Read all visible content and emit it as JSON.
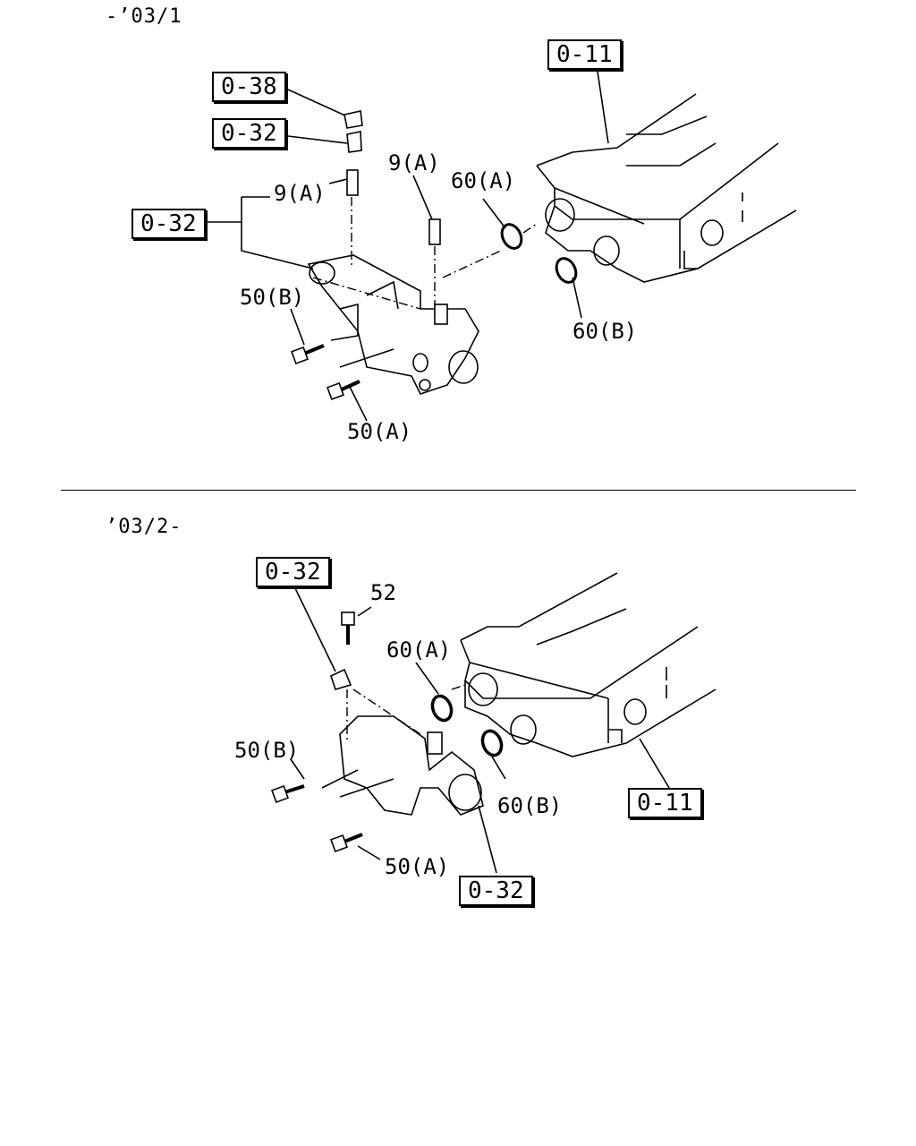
{
  "sections": [
    {
      "caption": "-’03/1",
      "refs": {
        "cylinder_head": "0-11",
        "nut": "0-38",
        "bracket": "0-32",
        "housing": "0-32"
      },
      "labels": {
        "stud_left": "9(A)",
        "stud_right": "9(A)",
        "oring_a": "60(A)",
        "oring_b": "60(B)",
        "bolt_b": "50(B)",
        "bolt_a": "50(A)"
      }
    },
    {
      "caption": "’03/2-",
      "refs": {
        "bracket": "0-32",
        "cylinder_head": "0-11",
        "housing": "0-32"
      },
      "labels": {
        "bolt_52": "52",
        "oring_a": "60(A)",
        "oring_b": "60(B)",
        "bolt_b": "50(B)",
        "bolt_a": "50(A)"
      }
    }
  ]
}
